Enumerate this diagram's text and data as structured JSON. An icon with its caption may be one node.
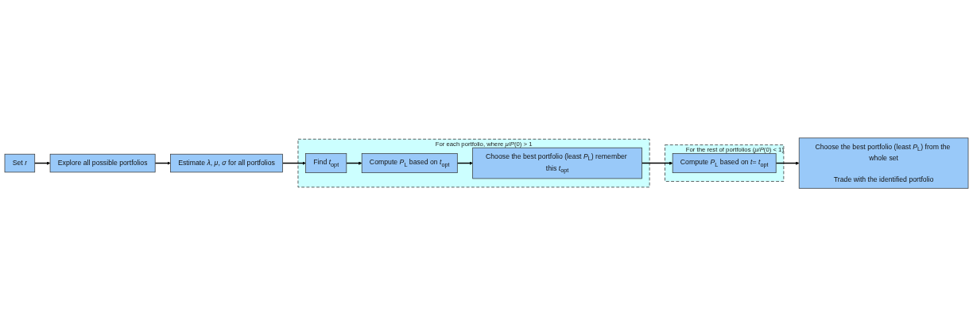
{
  "diagram": {
    "nodes": [
      {
        "text": [
          "Set *r*"
        ]
      },
      {
        "text": [
          "Explore all possible portfolios"
        ]
      },
      {
        "text": [
          "Estimate *λ*, *μ*, *σ* for all portfolios"
        ]
      },
      {
        "text": [
          "For each portfolio, where *μ*/*P*(0) > 1"
        ]
      },
      {
        "text": [
          "Find *t*$_{opt}$"
        ],
        "in": 3
      },
      {
        "text": [
          "Compute *P*$_{L}$ based on *t*$_{opt}$"
        ],
        "in": 3
      },
      {
        "text": [
          "Choose the best portfolio (least *P*$_{L}$) remember this *t*$_{opt}$"
        ],
        "in": 3
      },
      {
        "text": [
          "For the rest of portfolios (*μ*/*P*(0) < 1)"
        ]
      },
      {
        "text": [
          "Compute *P*$_{L}$ based on *t*= *t*$_{opt}$"
        ],
        "in": 7
      },
      {
        "text": [
          "Choose the best portfolio (least *P*$_{L}$) from the whole set",
          "Trade with the identified portfolio"
        ]
      }
    ],
    "edges": [
      {
        "from": 0,
        "to": 1,
        "arrow": "to"
      },
      {
        "from": 1,
        "to": 2,
        "arrow": "to"
      },
      {
        "from": 2,
        "to": 4,
        "arrow": "to"
      },
      {
        "from": 4,
        "to": 5,
        "arrow": "to"
      },
      {
        "from": 5,
        "to": 6,
        "arrow": "to"
      },
      {
        "from": 6,
        "to": 8,
        "arrow": "to"
      },
      {
        "from": 8,
        "to": 9,
        "arrow": "to"
      }
    ]
  }
}
